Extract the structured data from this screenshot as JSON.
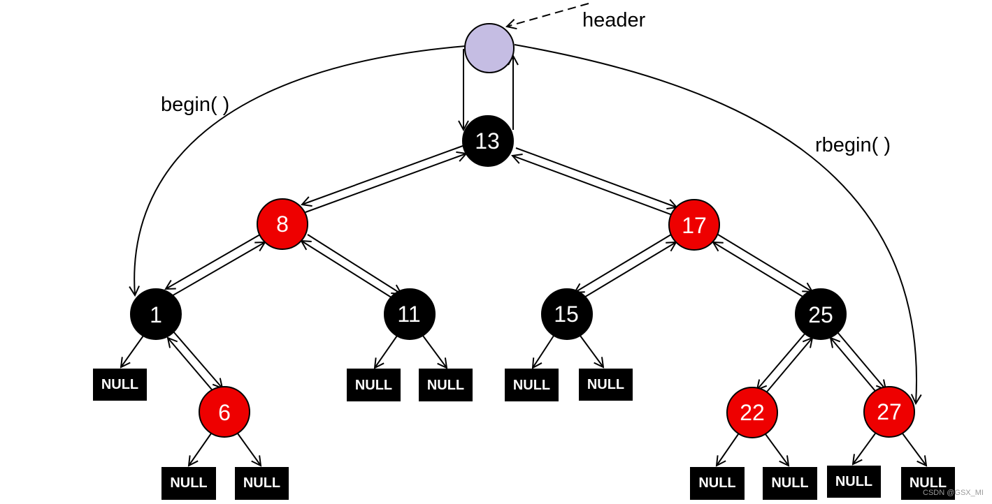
{
  "colors": {
    "red_node": "#ee0000",
    "black_node": "#000000",
    "header_node": "#c5bde3",
    "null_box": "#000000",
    "text_on_node": "#ffffff"
  },
  "labels": {
    "header": "header",
    "begin": "begin( )",
    "rbegin": "rbegin( )"
  },
  "nodes": {
    "header": {
      "color": "header",
      "value": ""
    },
    "n13": {
      "value": "13",
      "color": "black"
    },
    "n8": {
      "value": "8",
      "color": "red"
    },
    "n17": {
      "value": "17",
      "color": "red"
    },
    "n1": {
      "value": "1",
      "color": "black"
    },
    "n11": {
      "value": "11",
      "color": "black"
    },
    "n15": {
      "value": "15",
      "color": "black"
    },
    "n25": {
      "value": "25",
      "color": "black"
    },
    "n6": {
      "value": "6",
      "color": "red"
    },
    "n22": {
      "value": "22",
      "color": "red"
    },
    "n27": {
      "value": "27",
      "color": "red"
    }
  },
  "null_label": "NULL",
  "watermark": "CSDN @GSX_MI"
}
